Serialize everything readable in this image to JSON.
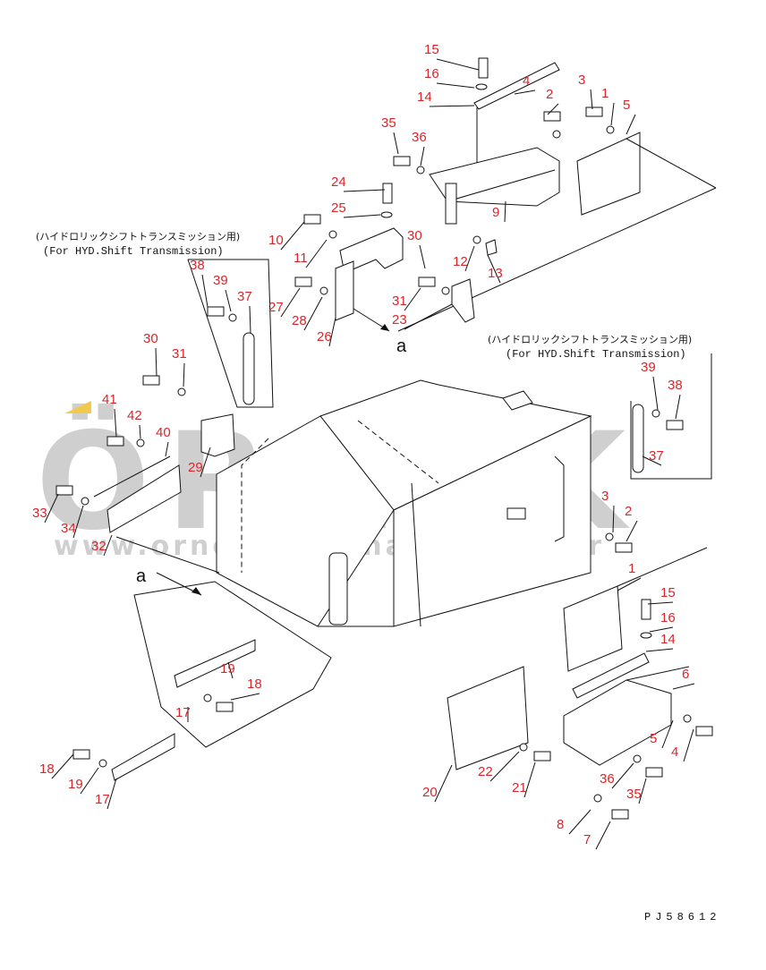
{
  "watermark": {
    "brand": "ÖRNEK",
    "url": "www.orneksmakinalari.com.tr",
    "accent_color": "#f2c94c",
    "text_color": "#cfcfcf"
  },
  "notes": {
    "left_jp": "(ハイドロリックシフトトランスミッション用)",
    "left_en": "(For HYD.Shift Transmission)",
    "right_jp": "(ハイドロリックシフトトランスミッション用)",
    "right_en": "(For HYD.Shift Transmission)"
  },
  "view_marks": {
    "top": "a",
    "left": "a"
  },
  "drawing_number": "PJ58612",
  "callouts": [
    "15",
    "16",
    "14",
    "4",
    "2",
    "3",
    "1",
    "5",
    "35",
    "36",
    "24",
    "25",
    "9",
    "10",
    "11",
    "30",
    "12",
    "13",
    "38",
    "39",
    "37",
    "27",
    "28",
    "31",
    "23",
    "26",
    "30",
    "31",
    "39",
    "38",
    "37",
    "41",
    "42",
    "40",
    "29",
    "33",
    "34",
    "32",
    "3",
    "2",
    "1",
    "15",
    "16",
    "14",
    "6",
    "19",
    "18",
    "17",
    "18",
    "19",
    "17",
    "22",
    "21",
    "20",
    "5",
    "4",
    "36",
    "35",
    "8",
    "7"
  ],
  "colors": {
    "callout": "#d9262b",
    "line": "#111111"
  }
}
